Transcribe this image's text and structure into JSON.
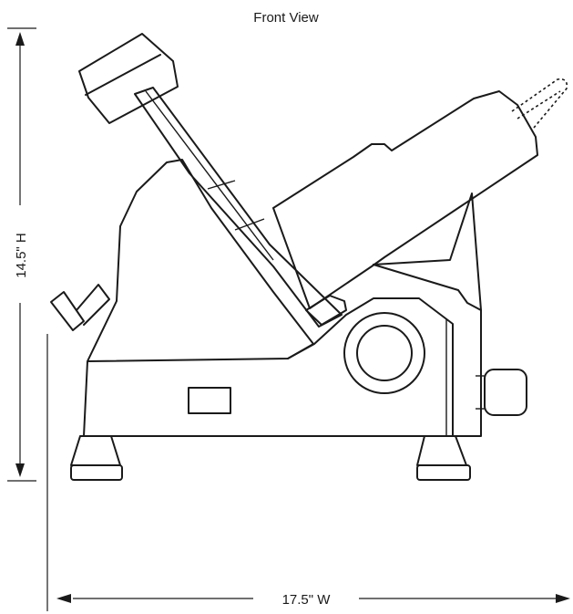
{
  "title": "Front View",
  "dimensions": {
    "height_label": "14.5\" H",
    "width_label": "17.5\" W"
  },
  "icon": "meat-slicer-side-view"
}
